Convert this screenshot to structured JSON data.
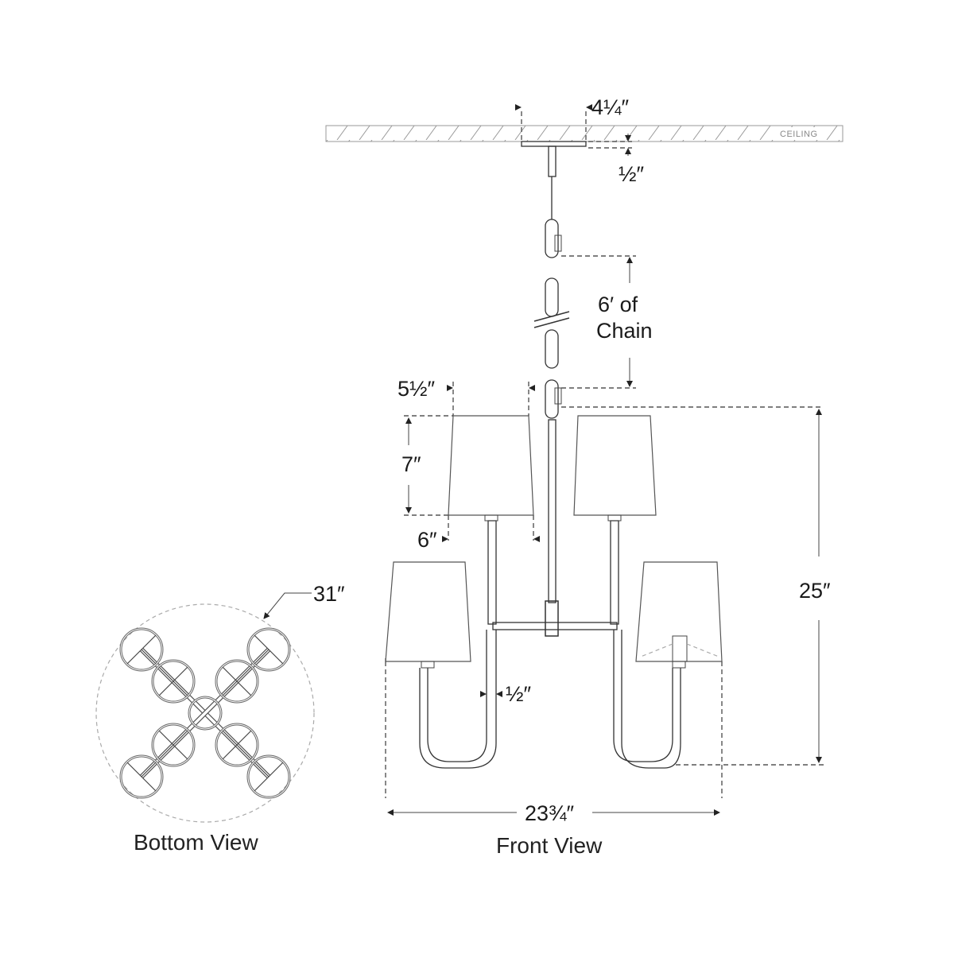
{
  "ceiling_label": "CEILING",
  "dimensions": {
    "canopy_width": "4¼″",
    "canopy_height": "½″",
    "chain_length_line1": "6′ of",
    "chain_length_line2": "Chain",
    "shade_top": "5½″",
    "shade_height": "7″",
    "shade_bottom": "6″",
    "arm_width": "½″",
    "overall_height": "25″",
    "overall_width": "23¾″",
    "bottom_diameter": "31″"
  },
  "views": {
    "front": "Front View",
    "bottom": "Bottom View"
  }
}
